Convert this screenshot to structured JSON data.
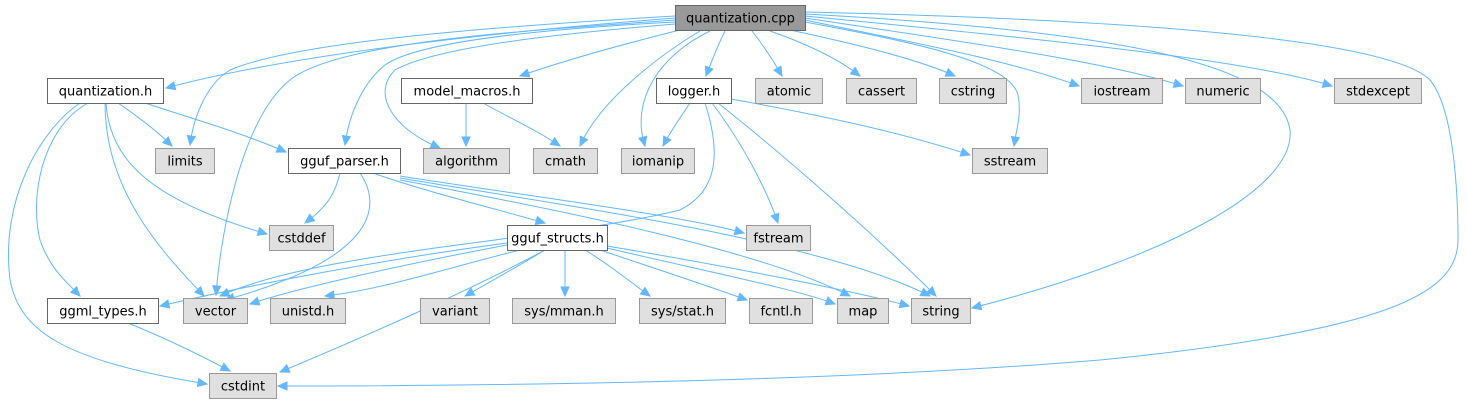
{
  "diagram": {
    "type": "include-dependency-graph",
    "root": "quantization.cpp",
    "colors": {
      "edge": "#63b8ff",
      "root_fill": "#999999",
      "root_border": "#666666",
      "project_fill": "#ffffff",
      "project_border": "#666666",
      "system_fill": "#e0e0e0",
      "system_border": "#999999"
    },
    "nodes": [
      {
        "id": "quantization_cpp",
        "label": "quantization.cpp",
        "kind": "root"
      },
      {
        "id": "quantization_h",
        "label": "quantization.h",
        "kind": "project"
      },
      {
        "id": "model_macros_h",
        "label": "model_macros.h",
        "kind": "project"
      },
      {
        "id": "logger_h",
        "label": "logger.h",
        "kind": "project"
      },
      {
        "id": "atomic",
        "label": "atomic",
        "kind": "system"
      },
      {
        "id": "cassert",
        "label": "cassert",
        "kind": "system"
      },
      {
        "id": "cstring",
        "label": "cstring",
        "kind": "system"
      },
      {
        "id": "iostream",
        "label": "iostream",
        "kind": "system"
      },
      {
        "id": "numeric",
        "label": "numeric",
        "kind": "system"
      },
      {
        "id": "stdexcept",
        "label": "stdexcept",
        "kind": "system"
      },
      {
        "id": "limits",
        "label": "limits",
        "kind": "system"
      },
      {
        "id": "gguf_parser_h",
        "label": "gguf_parser.h",
        "kind": "project"
      },
      {
        "id": "algorithm",
        "label": "algorithm",
        "kind": "system"
      },
      {
        "id": "cmath",
        "label": "cmath",
        "kind": "system"
      },
      {
        "id": "iomanip",
        "label": "iomanip",
        "kind": "system"
      },
      {
        "id": "sstream",
        "label": "sstream",
        "kind": "system"
      },
      {
        "id": "cstddef",
        "label": "cstddef",
        "kind": "system"
      },
      {
        "id": "gguf_structs_h",
        "label": "gguf_structs.h",
        "kind": "project"
      },
      {
        "id": "fstream",
        "label": "fstream",
        "kind": "system"
      },
      {
        "id": "ggml_types_h",
        "label": "ggml_types.h",
        "kind": "project"
      },
      {
        "id": "vector",
        "label": "vector",
        "kind": "system"
      },
      {
        "id": "unistd_h",
        "label": "unistd.h",
        "kind": "system"
      },
      {
        "id": "variant",
        "label": "variant",
        "kind": "system"
      },
      {
        "id": "sys_mman_h",
        "label": "sys/mman.h",
        "kind": "system"
      },
      {
        "id": "sys_stat_h",
        "label": "sys/stat.h",
        "kind": "system"
      },
      {
        "id": "fcntl_h",
        "label": "fcntl.h",
        "kind": "system"
      },
      {
        "id": "map",
        "label": "map",
        "kind": "system"
      },
      {
        "id": "string",
        "label": "string",
        "kind": "system"
      },
      {
        "id": "cstdint",
        "label": "cstdint",
        "kind": "system"
      }
    ],
    "edges": [
      [
        "quantization_cpp",
        "quantization_h"
      ],
      [
        "quantization_cpp",
        "limits"
      ],
      [
        "quantization_cpp",
        "vector"
      ],
      [
        "quantization_cpp",
        "gguf_parser_h"
      ],
      [
        "quantization_cpp",
        "algorithm"
      ],
      [
        "quantization_cpp",
        "model_macros_h"
      ],
      [
        "quantization_cpp",
        "cmath"
      ],
      [
        "quantization_cpp",
        "iomanip"
      ],
      [
        "quantization_cpp",
        "logger_h"
      ],
      [
        "quantization_cpp",
        "atomic"
      ],
      [
        "quantization_cpp",
        "cassert"
      ],
      [
        "quantization_cpp",
        "cstring"
      ],
      [
        "quantization_cpp",
        "sstream"
      ],
      [
        "quantization_cpp",
        "iostream"
      ],
      [
        "quantization_cpp",
        "numeric"
      ],
      [
        "quantization_cpp",
        "stdexcept"
      ],
      [
        "quantization_cpp",
        "string"
      ],
      [
        "quantization_cpp",
        "cstdint"
      ],
      [
        "quantization_h",
        "limits"
      ],
      [
        "quantization_h",
        "gguf_parser_h"
      ],
      [
        "quantization_h",
        "cstddef"
      ],
      [
        "quantization_h",
        "vector"
      ],
      [
        "quantization_h",
        "ggml_types_h"
      ],
      [
        "quantization_h",
        "cstdint"
      ],
      [
        "model_macros_h",
        "algorithm"
      ],
      [
        "model_macros_h",
        "cmath"
      ],
      [
        "logger_h",
        "iomanip"
      ],
      [
        "logger_h",
        "sstream"
      ],
      [
        "logger_h",
        "fstream"
      ],
      [
        "logger_h",
        "string"
      ],
      [
        "logger_h",
        "vector"
      ],
      [
        "gguf_parser_h",
        "cstddef"
      ],
      [
        "gguf_parser_h",
        "gguf_structs_h"
      ],
      [
        "gguf_parser_h",
        "vector"
      ],
      [
        "gguf_parser_h",
        "fstream"
      ],
      [
        "gguf_parser_h",
        "map"
      ],
      [
        "gguf_parser_h",
        "string"
      ],
      [
        "gguf_structs_h",
        "ggml_types_h"
      ],
      [
        "gguf_structs_h",
        "vector"
      ],
      [
        "gguf_structs_h",
        "unistd_h"
      ],
      [
        "gguf_structs_h",
        "variant"
      ],
      [
        "gguf_structs_h",
        "sys_mman_h"
      ],
      [
        "gguf_structs_h",
        "sys_stat_h"
      ],
      [
        "gguf_structs_h",
        "fcntl_h"
      ],
      [
        "gguf_structs_h",
        "map"
      ],
      [
        "gguf_structs_h",
        "string"
      ],
      [
        "gguf_structs_h",
        "cstdint"
      ],
      [
        "ggml_types_h",
        "cstdint"
      ]
    ]
  }
}
